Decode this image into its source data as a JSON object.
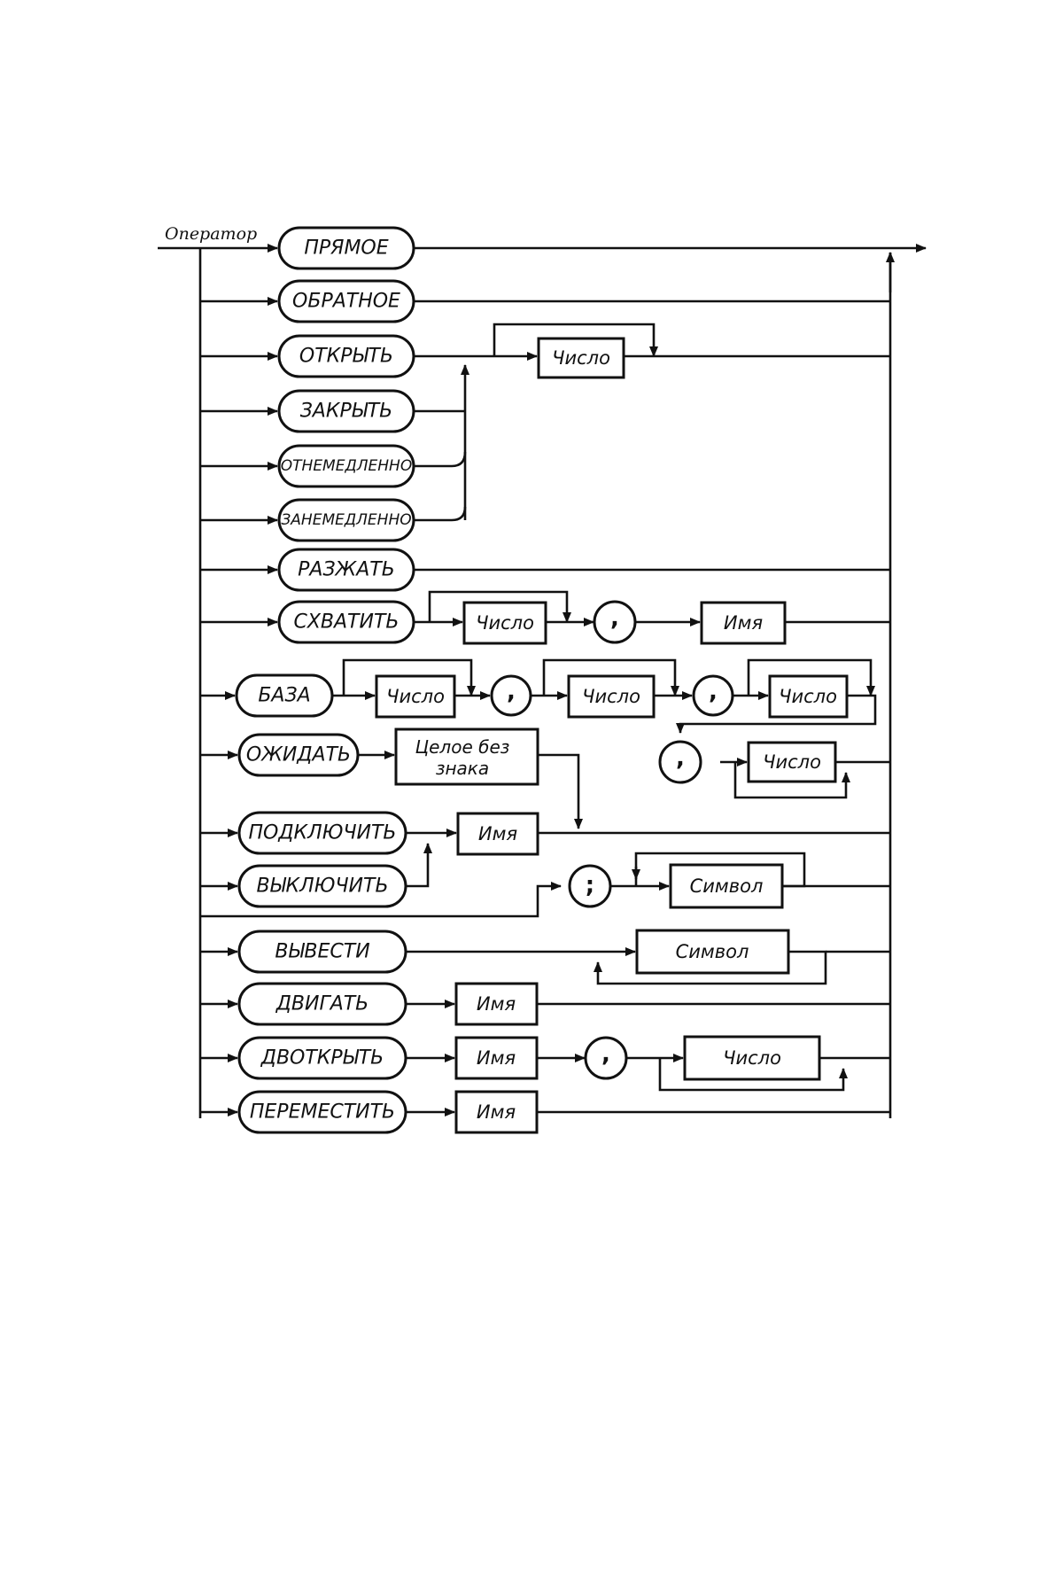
{
  "diagram": {
    "start_label": "Оператор",
    "terminals": {
      "pryamoe": "ПРЯМОЕ",
      "obratnoe": "ОБРАТНОЕ",
      "otkryt": "ОТКРЫТЬ",
      "zakryt": "ЗАКРЫТЬ",
      "otnemedlenno": "ОТНЕМЕДЛЕННО",
      "zanemedlenno": "ЗАНЕМЕДЛЕННО",
      "razzhat": "РАЗЖАТЬ",
      "skhvatit": "СХВАТИТЬ",
      "baza": "БАЗА",
      "ozhidat": "ОЖИДАТЬ",
      "podklyuchit": "ПОДКЛЮЧИТЬ",
      "vyklyuchit": "ВЫКЛЮЧИТЬ",
      "vyvesti": "ВЫВЕСТИ",
      "dvigat": "ДВИГАТЬ",
      "dvotkryt": "ДВОТКРЫТЬ",
      "peremestit": "ПЕРЕМЕСТИТЬ"
    },
    "nonterminals": {
      "chislo": "Число",
      "imya": "Имя",
      "simvol": "Символ",
      "celoe_line1": "Целое без",
      "celoe_line2": "знака"
    },
    "punct": {
      "comma": ",",
      "semicolon": ";"
    }
  }
}
